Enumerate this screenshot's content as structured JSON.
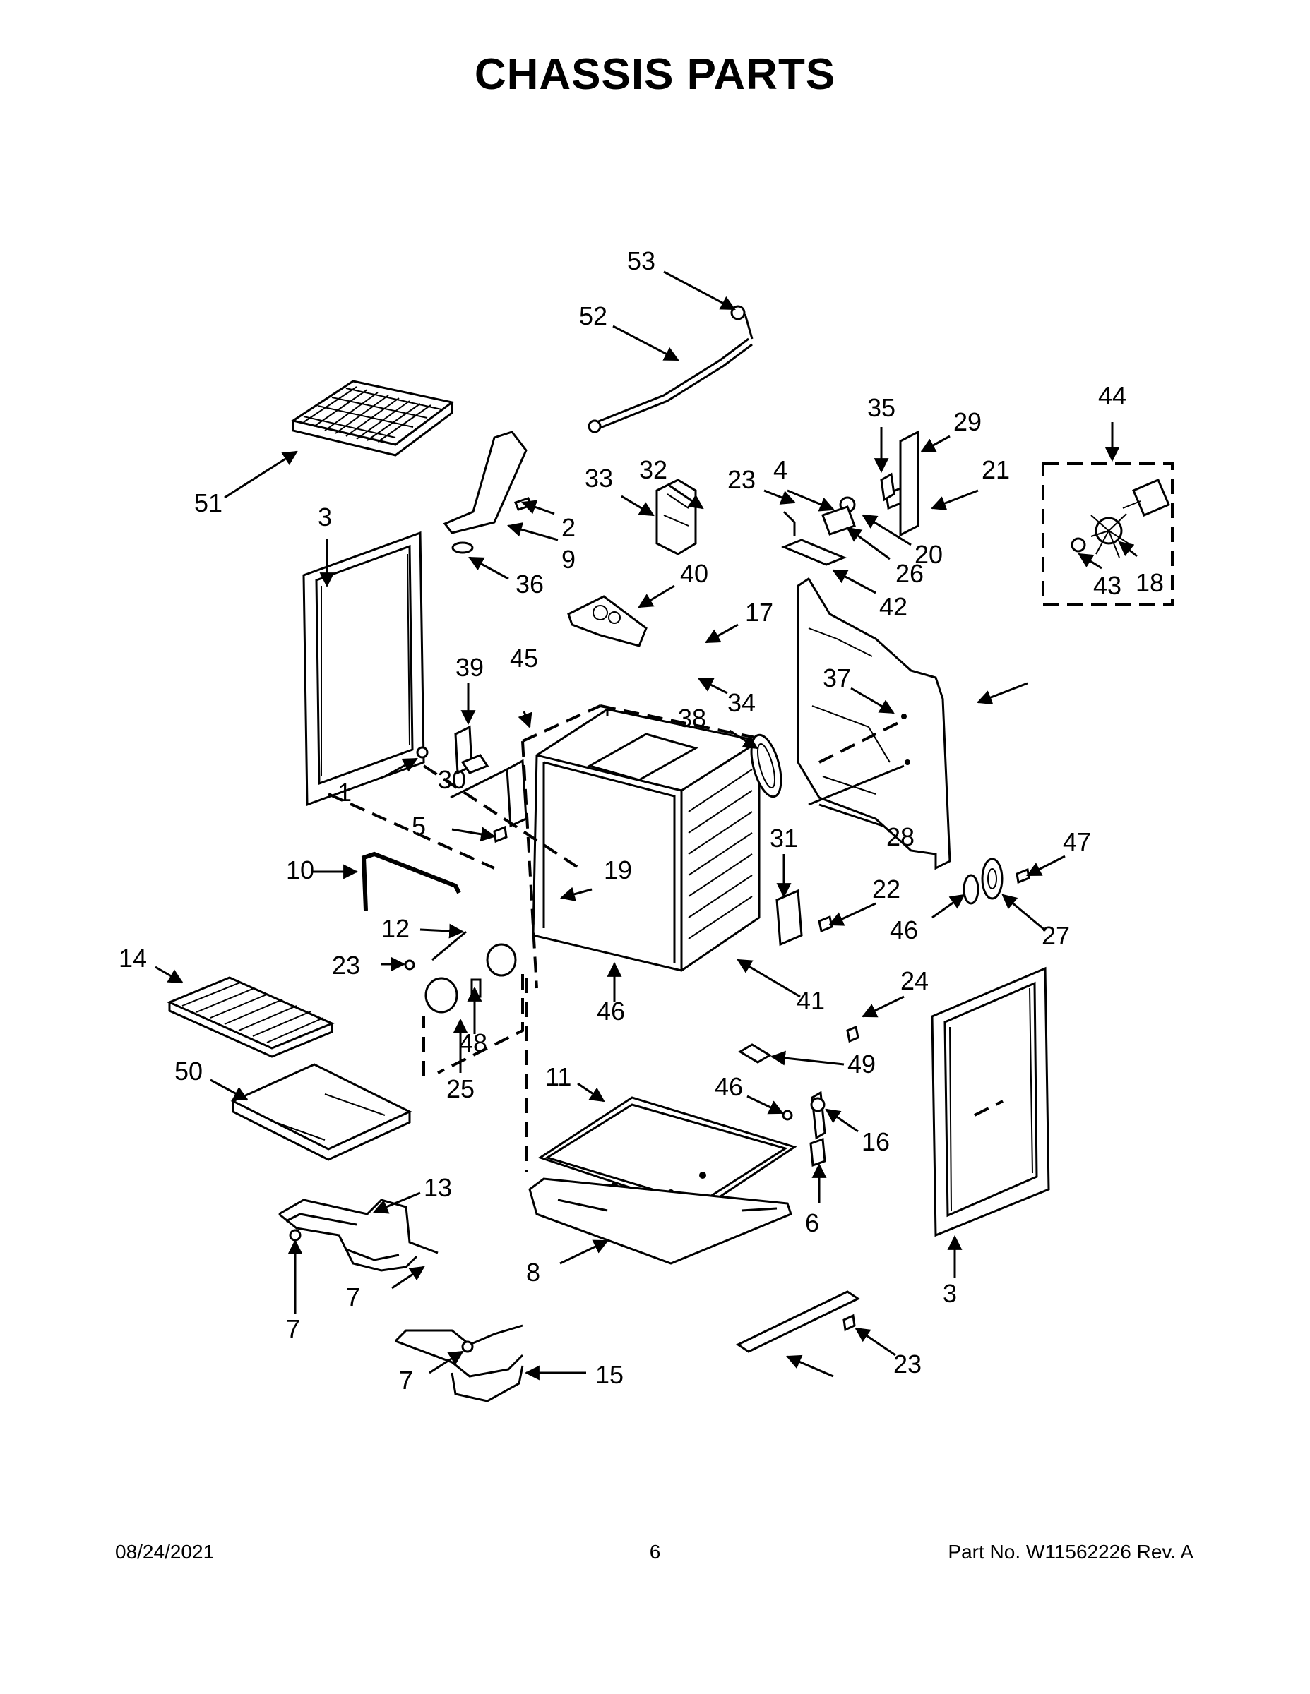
{
  "title": "CHASSIS PARTS",
  "footer": {
    "date": "08/24/2021",
    "page": "6",
    "part_number": "Part No.  W11562226  Rev.  A"
  },
  "callouts": [
    "53",
    "52",
    "51",
    "3",
    "2",
    "9",
    "36",
    "33",
    "32",
    "40",
    "23",
    "4",
    "35",
    "29",
    "21",
    "26",
    "20",
    "42",
    "44",
    "43",
    "18",
    "17",
    "34",
    "37",
    "39",
    "45",
    "38",
    "1",
    "30",
    "5",
    "10",
    "19",
    "31",
    "28",
    "22",
    "46",
    "47",
    "27",
    "12",
    "41",
    "14",
    "24",
    "25",
    "48",
    "50",
    "49",
    "11",
    "16",
    "6",
    "13",
    "8",
    "7",
    "15"
  ]
}
